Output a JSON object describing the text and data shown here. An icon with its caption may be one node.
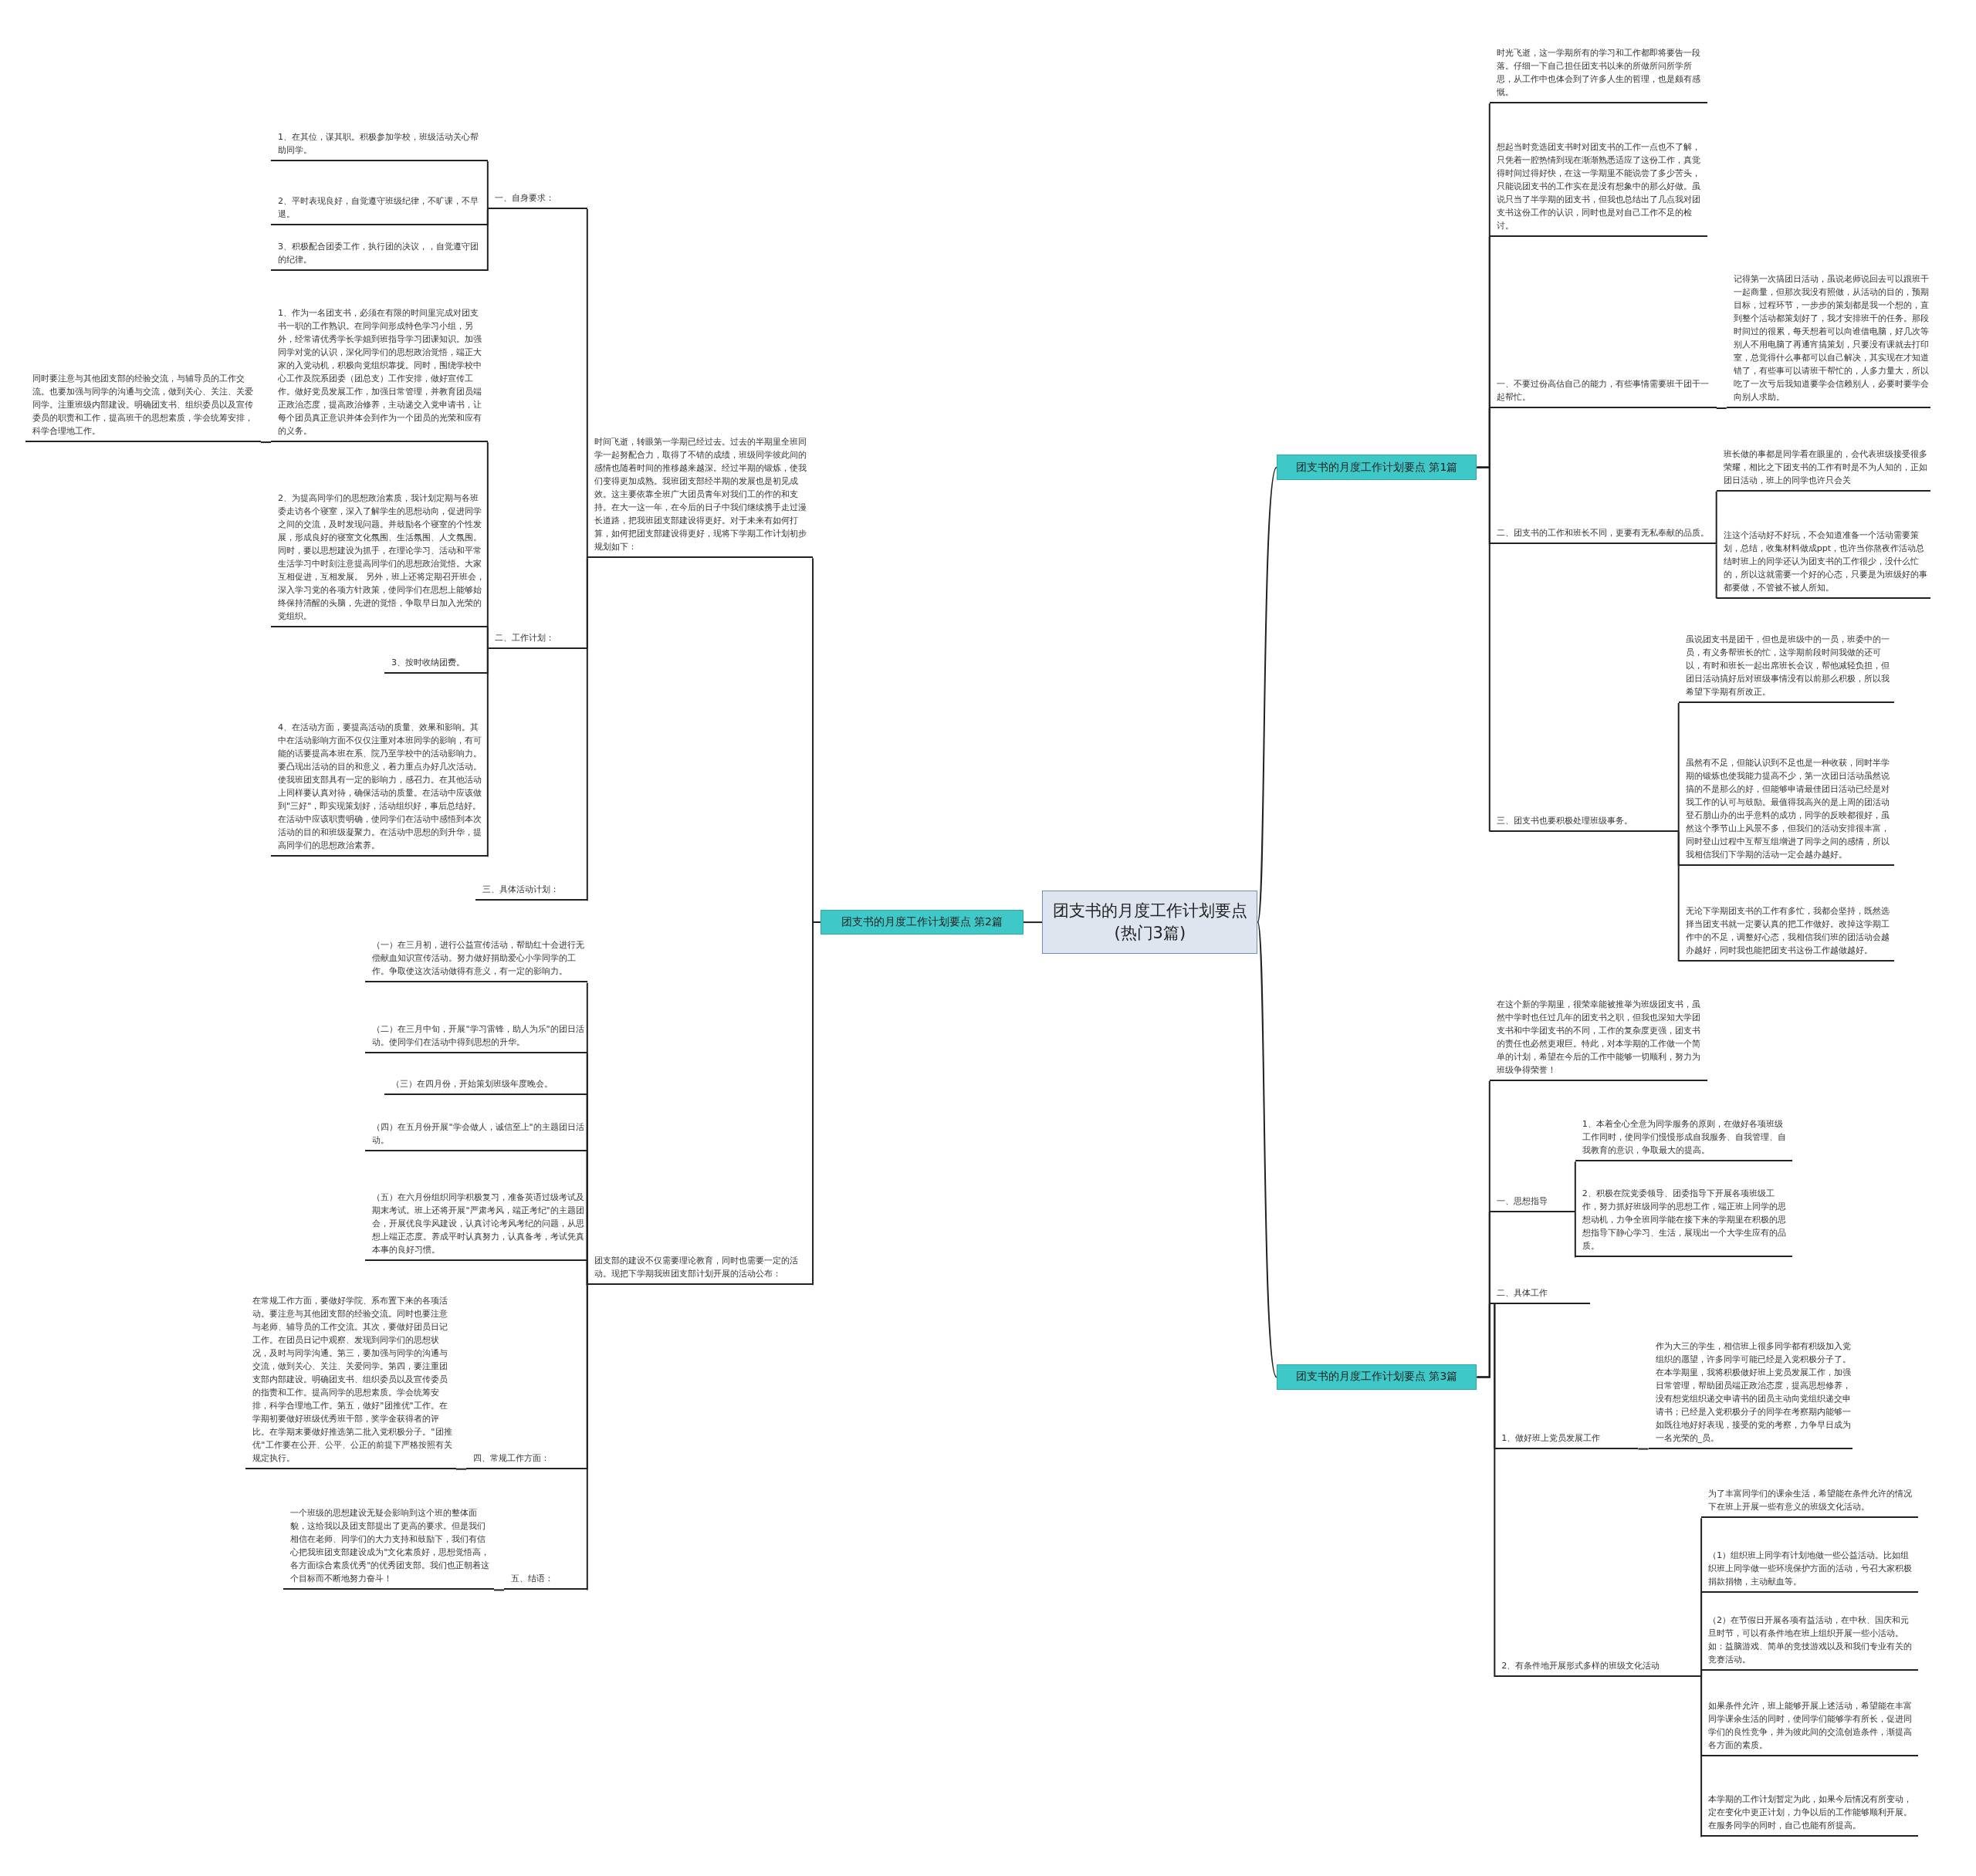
{
  "diagram": {
    "nodes": [
      {
        "text": [
          "团支书的月度工作计划要点(热门3篇)"
        ]
      },
      {
        "text": [
          "团支书的月度工作计划要点 第1篇"
        ]
      },
      {
        "text": [
          "时光飞逝，这一学期所有的学习和工作都即将要告一段落。仔细一下自己担任团支书以来的所做所问所学所思，从工作中也体会到了许多人生的哲理，也是颇有感慨。"
        ]
      },
      {
        "text": [
          "想起当时竞选团支书时对团支书的工作一点也不了解，只凭着一腔热情到现在渐渐熟悉适应了这份工作，真觉得时间过得好快，在这一学期里不能说尝了多少苦头，只能说团支书的工作实在是没有想象中的那么好做。虽说只当了半学期的团支书，但我也总结出了几点我对团支书这份工作的认识，同时也是对自己工作不足的检讨。"
        ]
      },
      {
        "text": [
          "一、不要过份高估自己的能力，有些事情需要班干团干一起帮忙。"
        ]
      },
      {
        "text": [
          "记得第一次搞团日活动，虽说老师说回去可以跟班干一起商量，但那次我没有照做，从活动的目的，预期目标，过程环节，一步步的策划都是我一个想的，直到整个活动都策划好了，我才安排班干的任务。那段时间过的很累，每天想着可以向谁借电脑，好几次等别人不用电脑了再通宵搞策划，只要没有课就去打印室，总觉得什么事都可以自己解决，其实现在才知道错了，有些事可以请班干帮忙的，人多力量大，所以吃了一次亏后我知道要学会信赖别人，必要时要学会向别人求助。"
        ]
      },
      {
        "text": [
          "二、团支书的工作和班长不同，更要有无私奉献的品质。"
        ]
      },
      {
        "text": [
          "班长做的事都是同学看在眼里的，会代表班级接受很多荣耀，相比之下团支书的工作有时是不为人知的，正如团日活动，班上的同学也许只会关"
        ]
      },
      {
        "text": [
          "注这个活动好不好玩，不会知道准备一个活动需要策划，总结，收集材料做成ppt，也许当你熬夜作活动总结时班上的同学还认为团支书的工作很少，没什么忙的，所以这就需要一个好的心态，只要是为班级好的事都要做，不管被不被人所知。"
        ]
      },
      {
        "text": [
          "三、团支书也要积极处理班级事务。"
        ]
      },
      {
        "text": [
          "虽说团支书是团干，但也是班级中的一员，班委中的一员，有义务帮班长的忙，这学期前段时间我做的还可以，有时和班长一起出席班长会议，帮他减轻负担，但团日活动搞好后对班级事情没有以前那么积极，所以我希望下学期有所改正。"
        ]
      },
      {
        "text": [
          "虽然有不足，但能认识到不足也是一种收获，同时半学期的锻炼也使我能力提高不少，第一次团日活动虽然说搞的不是那么的好，但能够申请最佳团日活动已经是对我工作的认可与鼓励。最值得我高兴的是上周的团活动登石朋山办的出乎意料的成功，同学的反映都很好，虽然这个季节山上风景不多，但我们的活动安排很丰富，同时登山过程中互帮互组增进了同学之间的感情，所以我相信我们下学期的活动一定会越办越好。"
        ]
      },
      {
        "text": [
          "无论下学期团支书的工作有多忙，我都会坚持，既然选择当团支书就一定要认真的把工作做好。改掉这学期工作中的不足，调整好心态，我相信我们班的团活动会越办越好，同时我也能把团支书这份工作越做越好。"
        ]
      },
      {
        "text": [
          "团支书的月度工作计划要点 第2篇"
        ]
      },
      {
        "text": [
          "时间飞逝，转眼第一学期已经过去。过去的半期里全班同学一起努配合力，取得了不错的成绩，班级同学彼此间的感情也随着时间的推移越来越深。经过半期的锻炼，使我们变得更加成熟。我班团支部经半期的发展也是初见成效。这主要依靠全班广大团员青年对我们工的作的和支持。在大一这一年，在今后的日子中我们继续携手走过漫长道路，把我班团支部建设得更好。对于未来有如何打算，如何把团支部建设得更好，现将下学期工作计划初步规划如下："
        ]
      },
      {
        "text": [
          "一、自身要求："
        ]
      },
      {
        "text": [
          "1、在其位，谋其职。积极参加学校，班级活动关心帮助同学。"
        ]
      },
      {
        "text": [
          "2、平时表现良好，自觉遵守班级纪律，不旷课，不早退。"
        ]
      },
      {
        "text": [
          "3、积极配合团委工作，执行团的决议，，自觉遵守团的纪律。"
        ]
      },
      {
        "text": [
          "二、工作计划："
        ]
      },
      {
        "text": [
          "1、作为一名团支书，必须在有限的时间里完成对团支书一职的工作熟识。在同学间形成特色学习小组，另外，经常请优秀学长学姐到班指导学习团课知识。加强同学对党的认识，深化同学们的思想政治觉悟，端正大家的入党动机，积极向党组织靠拢。同时，围绕学校中心工作及院系团委（团总支）工作安排，做好宣传工作。做好党员发展工作，加强日常管理，并教育团员端正政治态度，提高政治修养，主动递交入党申请书，让每个团员真正意识并体会到作为一个团员的光荣和应有的义务。"
        ]
      },
      {
        "text": [
          "同时要注意与其他团支部的经验交流，与辅导员的工作交流。也要加强与同学的沟通与交流，做到关心、关注、关爱同学。注重班级内部建设。明确团支书、组织委员以及宣传委员的职责和工作，提高班干的思想素质，学会统筹安排，科学合理地工作。"
        ]
      },
      {
        "text": [
          "2、为提高同学们的思想政治素质，我计划定期与各班委走访各个寝室，深入了解学生的思想动向，促进同学之间的交流，及时发现问题。并鼓励各个寝室的个性发展，形成良好的寝室文化氛围、生活氛围、人文氛围。同时，要以思想建设为抓手，在理论学习、活动和平常生活学习中时刻注意提高同学们的思想政治觉悟。大家互相促进，互相发展。 另外，班上还将定期召开班会，深入学习党的各项方针政策，使同学们在思想上能够始终保持清醒的头脑，先进的觉悟，争取早日加入光荣的党组织。"
        ]
      },
      {
        "text": [
          "3、按时收纳团费。"
        ]
      },
      {
        "text": [
          "4、在活动方面，要提高活动的质量、效果和影响。其中在活动影响方面不仅仅注重对本班同学的影响，有可能的话要提高本班在系、院乃至学校中的活动影响力。要凸现出活动的目的和意义，着力重点办好几次活动。使我班团支部具有一定的影响力，感召力。在其他活动上同样要认真对待，确保活动的质量。在活动中应该做到\"三好\"，即实现策划好，活动组织好，事后总结好。在活动中应该职责明确，使同学们在活动中感悟到本次活动的目的和班级凝聚力。在活动中思想的到升华，提高同学们的思想政治素养。"
        ]
      },
      {
        "text": [
          "三、具体活动计划："
        ]
      },
      {
        "text": [
          "团支部的建设不仅需要理论教育，同时也需要一定的活动。现把下学期我班团支部计划开展的活动公布："
        ]
      },
      {
        "text": [
          "（一）在三月初，进行公益宣传活动，帮助红十会进行无偿献血知识宣传活动。努力做好捐助爱心小学同学的工作。争取使这次活动做得有意义，有一定的影响力。"
        ]
      },
      {
        "text": [
          "（二）在三月中旬，开展\"学习雷锋，助人为乐\"的团日活动。使同学们在活动中得到思想的升华。"
        ]
      },
      {
        "text": [
          "（三）在四月份，开始策划班级年度晚会。"
        ]
      },
      {
        "text": [
          "（四）在五月份开展\"学会做人，诚信至上\"的主题团日活动。"
        ]
      },
      {
        "text": [
          "（五）在六月份组织同学积极复习，准备英语过级考试及期末考试。班上还将开展\"严肃考风，端正考纪\"的主题团会，开展优良学风建设，认真讨论考风考纪的问题，从思想上端正态度。养成平时认真努力，认真备考，考试凭真本事的良好习惯。"
        ]
      },
      {
        "text": [
          "四、常规工作方面："
        ]
      },
      {
        "text": [
          "在常规工作方面，要做好学院、系布置下来的各项活动。要注意与其他团支部的经验交流。同时也要注意与老师、辅导员的工作交流。其次，要做好团员日记工作。在团员日记中观察、发现到同学们的思想状况，及时与同学沟通。第三，要加强与同学的沟通与交流，做到关心、关注、关爱同学。第四，要注重团支部内部建设。明确团支书、组织委员以及宣传委员的指责和工作。提高同学的思想素质。学会统筹安排，科学合理地工作。第五，做好\"团推优\"工作。在学期初要做好班级优秀班干部，奖学金获得者的评比。在学期末要做好推选第二批入党积极分子。\"团推优\"工作要在公开、公平、公正的前提下严格按照有关规定执行。"
        ]
      },
      {
        "text": [
          "五、结语："
        ]
      },
      {
        "text": [
          "一个班级的思想建设无疑会影响到这个班的整体面貌，这给我以及团支部提出了更高的要求。但是我们相信在老师、同学们的大力支持和鼓励下，我们有信心把我班团支部建设成为\"文化素质好，思想觉悟高，各方面综合素质优秀\"的优秀团支部。我们也正朝着这个目标而不断地努力奋斗！"
        ]
      },
      {
        "text": [
          "团支书的月度工作计划要点 第3篇"
        ]
      },
      {
        "text": [
          "在这个新的学期里，很荣幸能被推举为班级团支书，虽然中学时也任过几年的团支书之职，但我也深知大学团支书和中学团支书的不同，工作的复杂度更强，团支书的责任也必然更艰巨。特此，对本学期的工作做一个简单的计划，希望在今后的工作中能够一切顺利，努力为班级争得荣誉！"
        ]
      },
      {
        "text": [
          "一、思想指导"
        ]
      },
      {
        "text": [
          "1、本着全心全意为同学服务的原则，在做好各项班级工作同时，使同学们慢慢形成自我服务、自我管理、自我教育的意识，争取最大的提高。"
        ]
      },
      {
        "text": [
          "2、积极在院党委领导、团委指导下开展各项班级工作，努力抓好班级同学的思想工作，端正班上同学的思想动机，力争全班同学能在接下来的学期里在积极的思想指导下静心学习、生活，展现出一个大学生应有的品质。"
        ]
      },
      {
        "text": [
          "二、具体工作"
        ]
      },
      {
        "text": [
          "1、做好班上党员发展工作"
        ]
      },
      {
        "text": [
          "作为大三的学生，相信班上很多同学都有积级加入党组织的愿望，许多同学可能已经是入党积极分子了。在本学期里，我将积极做好班上党员发展工作，加强日常管理，帮助团员端正政治态度，提高思想修养，没有想党组织递交申请书的团员主动向党组织递交申请书；已经是入党积极分子的同学在考察期内能够一如既往地好好表现，接受的党的考察，力争早日成为一名光荣的_员。"
        ]
      },
      {
        "text": [
          "2、有条件地开展形式多样的班级文化活动"
        ]
      },
      {
        "text": [
          "为了丰富同学们的课余生活，希望能在条件允许的情况下在班上开展一些有意义的班级文化活动。"
        ]
      },
      {
        "text": [
          "（1）组织班上同学有计划地做一些公益活动。比如组织班上同学做一些环境保护方面的活动，号召大家积极捐款捐物，主动献血等。"
        ]
      },
      {
        "text": [
          "（2）在节假日开展各项有益活动，在中秋、国庆和元旦时节，可以有条件地在班上组织开展一些小活动。如：益脑游戏、简单的竞技游戏以及和我们专业有关的竞赛活动。"
        ]
      },
      {
        "text": [
          "如果条件允许，班上能够开展上述活动，希望能在丰富同学课余生活的同时，使同学们能够学有所长，促进同学们的良性竞争，并为彼此间的交流创造条件，渐提高各方面的素质。"
        ]
      },
      {
        "text": [
          "本学期的工作计划暂定为此，如果今后情况有所变动，定在变化中更正计划，力争以后的工作能够顺利开展。在服务同学的同时，自己也能有所提高。"
        ]
      }
    ],
    "edges": [
      {
        "from": 0,
        "to": 1,
        "arrow": "none"
      },
      {
        "from": 1,
        "to": 2,
        "arrow": "none"
      },
      {
        "from": 1,
        "to": 3,
        "arrow": "none"
      },
      {
        "from": 1,
        "to": 4,
        "arrow": "none"
      },
      {
        "from": 4,
        "to": 5,
        "arrow": "none"
      },
      {
        "from": 1,
        "to": 6,
        "arrow": "none"
      },
      {
        "from": 6,
        "to": 7,
        "arrow": "none"
      },
      {
        "from": 6,
        "to": 8,
        "arrow": "none"
      },
      {
        "from": 1,
        "to": 9,
        "arrow": "none"
      },
      {
        "from": 9,
        "to": 10,
        "arrow": "none"
      },
      {
        "from": 9,
        "to": 11,
        "arrow": "none"
      },
      {
        "from": 9,
        "to": 12,
        "arrow": "none"
      },
      {
        "from": 0,
        "to": 13,
        "arrow": "none"
      },
      {
        "from": 13,
        "to": 14,
        "arrow": "none"
      },
      {
        "from": 14,
        "to": 15,
        "arrow": "none"
      },
      {
        "from": 15,
        "to": 16,
        "arrow": "none"
      },
      {
        "from": 15,
        "to": 17,
        "arrow": "none"
      },
      {
        "from": 15,
        "to": 18,
        "arrow": "none"
      },
      {
        "from": 14,
        "to": 19,
        "arrow": "none"
      },
      {
        "from": 19,
        "to": 20,
        "arrow": "none"
      },
      {
        "from": 20,
        "to": 21,
        "arrow": "none"
      },
      {
        "from": 19,
        "to": 22,
        "arrow": "none"
      },
      {
        "from": 19,
        "to": 23,
        "arrow": "none"
      },
      {
        "from": 19,
        "to": 24,
        "arrow": "none"
      },
      {
        "from": 14,
        "to": 25,
        "arrow": "none"
      },
      {
        "from": 13,
        "to": 26,
        "arrow": "none"
      },
      {
        "from": 26,
        "to": 27,
        "arrow": "none"
      },
      {
        "from": 26,
        "to": 28,
        "arrow": "none"
      },
      {
        "from": 26,
        "to": 29,
        "arrow": "none"
      },
      {
        "from": 26,
        "to": 30,
        "arrow": "none"
      },
      {
        "from": 26,
        "to": 31,
        "arrow": "none"
      },
      {
        "from": 26,
        "to": 32,
        "arrow": "none"
      },
      {
        "from": 32,
        "to": 33,
        "arrow": "none"
      },
      {
        "from": 26,
        "to": 34,
        "arrow": "none"
      },
      {
        "from": 34,
        "to": 35,
        "arrow": "none"
      },
      {
        "from": 0,
        "to": 36,
        "arrow": "none"
      },
      {
        "from": 36,
        "to": 37,
        "arrow": "none"
      },
      {
        "from": 36,
        "to": 38,
        "arrow": "none"
      },
      {
        "from": 38,
        "to": 39,
        "arrow": "none"
      },
      {
        "from": 38,
        "to": 40,
        "arrow": "none"
      },
      {
        "from": 36,
        "to": 41,
        "arrow": "none"
      },
      {
        "from": 41,
        "to": 42,
        "arrow": "none"
      },
      {
        "from": 42,
        "to": 43,
        "arrow": "none"
      },
      {
        "from": 41,
        "to": 44,
        "arrow": "none"
      },
      {
        "from": 44,
        "to": 45,
        "arrow": "none"
      },
      {
        "from": 44,
        "to": 46,
        "arrow": "none"
      },
      {
        "from": 44,
        "to": 47,
        "arrow": "none"
      },
      {
        "from": 44,
        "to": 48,
        "arrow": "none"
      },
      {
        "from": 44,
        "to": 49,
        "arrow": "none"
      }
    ]
  }
}
